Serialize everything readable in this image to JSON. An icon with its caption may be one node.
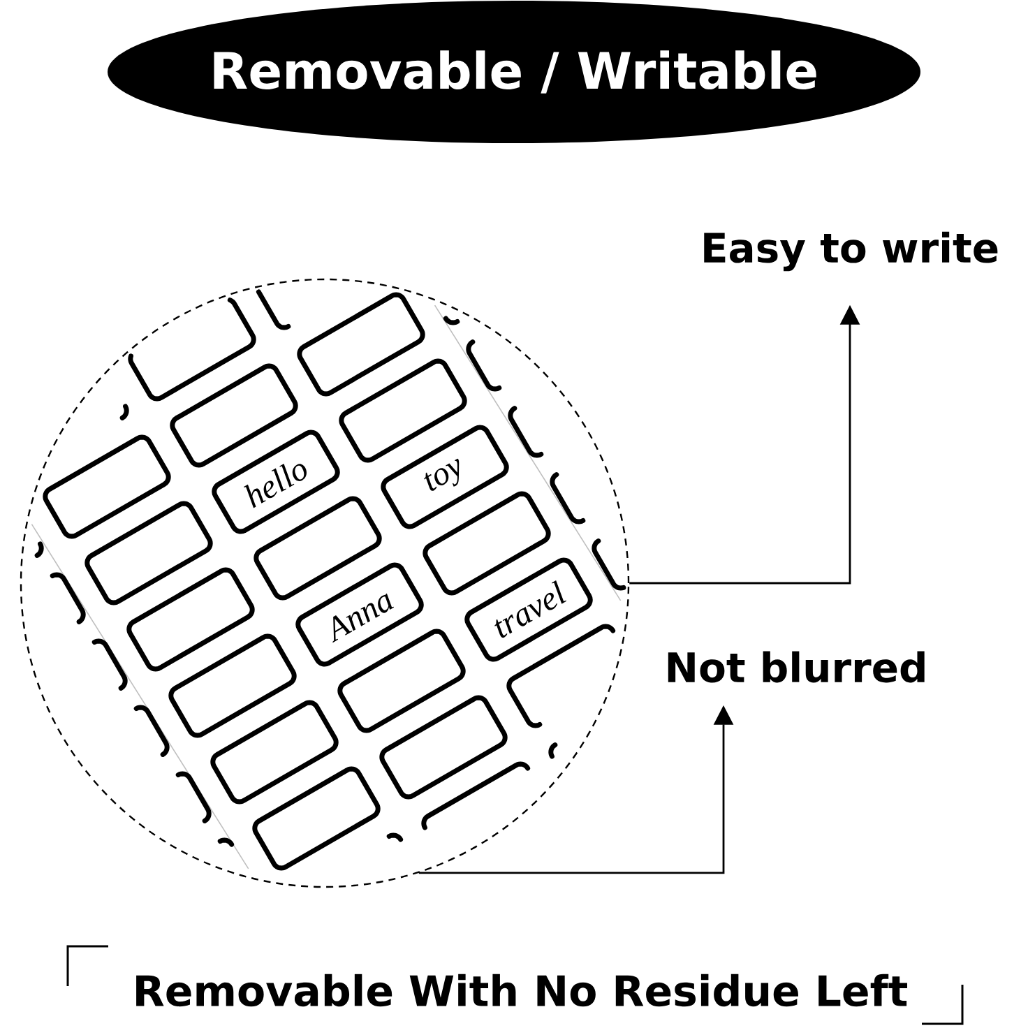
{
  "diagram": {
    "caption": "Removable With No Residue Left",
    "nodes": [
      {
        "text": [
          "Removable / Writable"
        ]
      },
      {
        "text": [],
        "shape": "circle"
      },
      {
        "text": [
          "hello"
        ],
        "in": 1
      },
      {
        "text": [
          "toy"
        ],
        "in": 1
      },
      {
        "text": [
          "Anna"
        ],
        "in": 1
      },
      {
        "text": [
          "travel"
        ],
        "in": 1
      },
      {
        "text": [
          "Easy to write"
        ]
      },
      {
        "text": [
          "Not blurred"
        ]
      }
    ],
    "edges": [
      {
        "from": 1,
        "to": 6,
        "arrow": "to"
      },
      {
        "from": 1,
        "to": 7,
        "arrow": "to"
      }
    ]
  }
}
